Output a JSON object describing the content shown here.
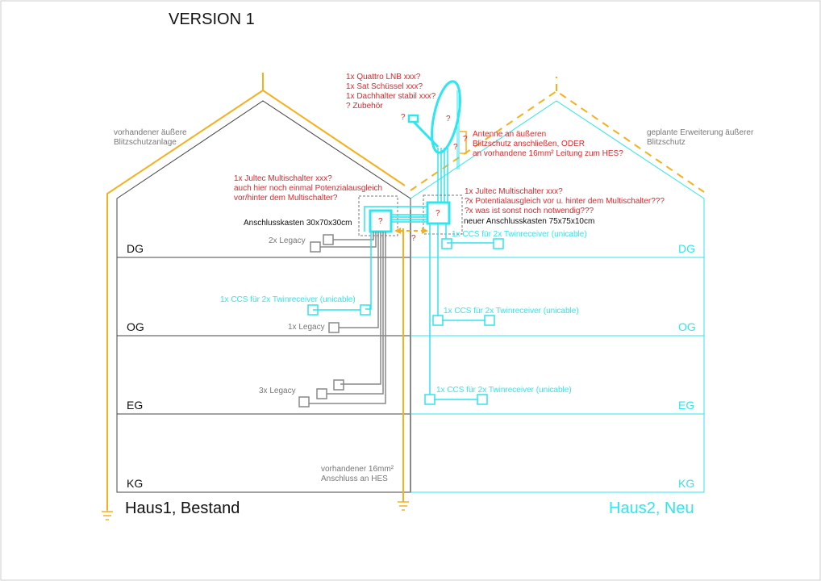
{
  "title": "VERSION 1",
  "colors": {
    "lightning": "#f5b01e",
    "new": "#2ee6ee",
    "existing": "#555555",
    "note": "#e0262a",
    "legacy": "#888888"
  },
  "house1": {
    "name": "Haus1, Bestand",
    "lightning_label": [
      "vorhandener äußere",
      "Blitzschutzanlage"
    ],
    "floors": [
      "DG",
      "OG",
      "EG",
      "KG"
    ],
    "box_label": "Anschlusskasten 30x70x30cm",
    "multiswitch_notes": [
      "1x Jultec Multischalter xxx?",
      "auch hier noch einmal Potenzialausgleich",
      "vor/hinter dem Multischalter?"
    ],
    "outlets": {
      "dg_legacy": "2x Legacy",
      "og_ccs": "1x CCS für 2x Twinreceiver (unicable)",
      "og_legacy": "1x Legacy",
      "eg_legacy": "3x Legacy"
    },
    "hes_label": [
      "vorhandener 16mm²",
      "Anschluss an HES"
    ]
  },
  "house2": {
    "name": "Haus2, Neu",
    "lightning_label": [
      "geplante Erweiterung äußerer",
      "Blitzschutz"
    ],
    "floors": [
      "DG",
      "OG",
      "EG",
      "KG"
    ],
    "box_label": "neuer Anschlusskasten 75x75x10cm",
    "multiswitch_notes": [
      "1x Jultec Multischalter xxx?",
      "?x Potentialausgleich vor u. hinter dem Multischalter???",
      "?x was ist sonst noch notwendig???"
    ],
    "outlets": {
      "dg_ccs": "1x CCS für 2x Twinreceiver (unicable)",
      "og_ccs": "1x CCS für 2x Twinreceiver (unicable)",
      "eg_ccs": "1x CCS für 2x Twinreceiver (unicable)"
    }
  },
  "dish_notes": [
    "1x Quattro LNB xxx?",
    "1x Sat Schüssel xxx?",
    "1x Dachhalter stabil xxx?",
    "? Zubehör"
  ],
  "antenna_notes": [
    "Antenne an äußeren",
    "Blitzschutz anschließen, ODER",
    "an vorhandene 16mm² Leitung zum HES?"
  ],
  "question_mark": "?"
}
